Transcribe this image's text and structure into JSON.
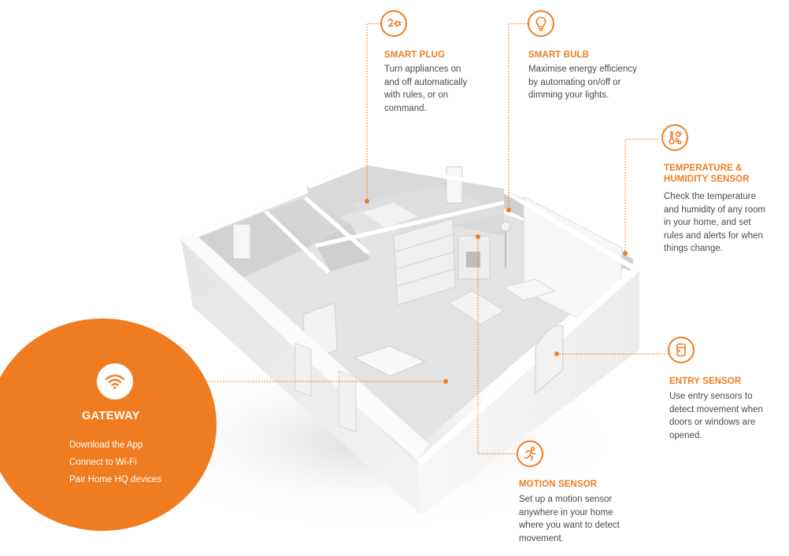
{
  "theme": {
    "accent": "#ef7d22",
    "gateway_fill": "#f07c22",
    "text": "#4a4a4a",
    "background": "#ffffff"
  },
  "gateway": {
    "icon": "wifi-icon",
    "title": "GATEWAY",
    "steps": [
      "Download the App",
      "Connect to Wi-Fi",
      "Pair Home HQ devices"
    ]
  },
  "devices": [
    {
      "id": "smart-plug",
      "icon": "plug-icon",
      "title": "SMART PLUG",
      "description_lines": [
        "Turn appliances on",
        "and off automatically",
        "with rules, or on",
        "command."
      ]
    },
    {
      "id": "smart-bulb",
      "icon": "lightbulb-icon",
      "title": "SMART BULB",
      "description_lines": [
        "Maximise energy efficiency",
        "by automating on/off or",
        "dimming your lights."
      ]
    },
    {
      "id": "temperature-humidity-sensor",
      "icon": "thermometer-icon",
      "title_lines": [
        "TEMPERATURE &",
        "HUMIDITY SENSOR"
      ],
      "description_lines": [
        "Check the temperature",
        "and humidity of any room",
        "in your home, and set",
        "rules and alerts for when",
        "things change."
      ]
    },
    {
      "id": "entry-sensor",
      "icon": "door-sensor-icon",
      "title": "ENTRY SENSOR",
      "description_lines": [
        "Use entry sensors to",
        "detect movement when",
        "doors or windows are",
        "opened."
      ]
    },
    {
      "id": "motion-sensor",
      "icon": "running-person-icon",
      "title": "MOTION SENSOR",
      "description_lines": [
        "Set up a motion sensor",
        "anywhere in your home",
        "where you want to detect",
        "movement."
      ]
    }
  ]
}
